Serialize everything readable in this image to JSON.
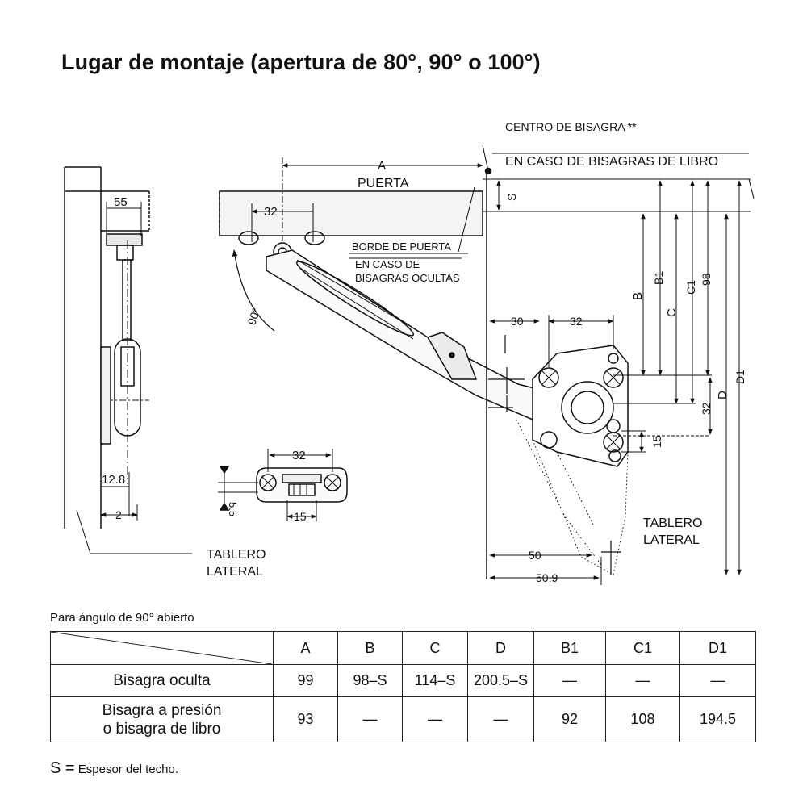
{
  "title": "Lugar de montaje (apertura de 80°, 90° o 100°)",
  "diagram": {
    "hinge_center": "CENTRO DE BISAGRA **",
    "book_hinge_case": "EN CASO DE BISAGRAS DE LIBRO",
    "door": "PUERTA",
    "door_edge": "BORDE DE PUERTA",
    "hidden_case_1": "EN CASO DE",
    "hidden_case_2": "BISAGRAS OCULTAS",
    "side_panel_left_1": "TABLERO",
    "side_panel_left_2": "LATERAL",
    "side_panel_right_1": "TABLERO",
    "side_panel_right_2": "LATERAL",
    "dim_A": "A",
    "dim_S": "S",
    "dim_B": "B",
    "dim_B1": "B1",
    "dim_C": "C",
    "dim_C1": "C1",
    "dim_D": "D",
    "dim_D1": "D1",
    "dim_98": "98",
    "dim_32_door": "32",
    "dim_55": "55",
    "dim_90deg": "90°",
    "dim_30": "30",
    "dim_32_plate": "32",
    "dim_32_vertical": "32",
    "dim_15_plate": "15",
    "dim_12_8": "12.8",
    "dim_2": "2",
    "dim_32_detail": "32",
    "dim_5_5": "5.5",
    "dim_15_detail": "15",
    "dim_50": "50",
    "dim_50_9": "50.9"
  },
  "table": {
    "caption": "Para ángulo de 90° abierto",
    "columns": [
      "A",
      "B",
      "C",
      "D",
      "B1",
      "C1",
      "D1"
    ],
    "rows": [
      {
        "label_1": "Bisagra oculta",
        "label_2": "",
        "values": [
          "99",
          "98–S",
          "114–S",
          "200.5–S",
          "—",
          "—",
          "—"
        ]
      },
      {
        "label_1": "Bisagra a presión",
        "label_2": "o bisagra de libro",
        "values": [
          "93",
          "—",
          "—",
          "—",
          "92",
          "108",
          "194.5"
        ]
      }
    ]
  },
  "note": {
    "symbol": "S =",
    "text": "Espesor del techo."
  }
}
